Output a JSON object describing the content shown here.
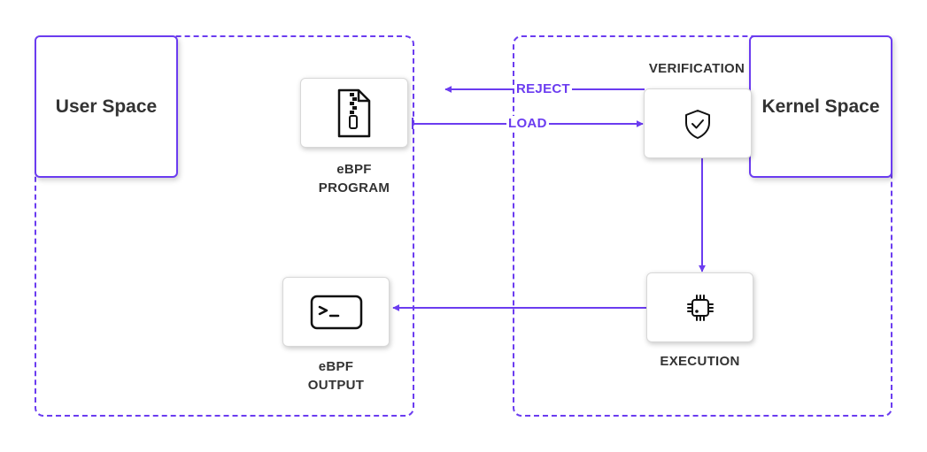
{
  "regions": {
    "user_space": {
      "title": "User Space"
    },
    "kernel_space": {
      "title": "Kernel Space"
    }
  },
  "nodes": {
    "program": {
      "caption_line1": "eBPF",
      "caption_line2": "PROGRAM",
      "icon": "zip-file-icon"
    },
    "output": {
      "caption_line1": "eBPF",
      "caption_line2": "OUTPUT",
      "icon": "terminal-icon"
    },
    "verification": {
      "caption": "VERIFICATION",
      "icon": "shield-check-icon"
    },
    "execution": {
      "caption": "EXECUTION",
      "icon": "cpu-chip-icon"
    }
  },
  "edges": {
    "reject": {
      "label": "REJECT"
    },
    "load": {
      "label": "LOAD"
    }
  },
  "colors": {
    "accent": "#6b3cf0"
  }
}
